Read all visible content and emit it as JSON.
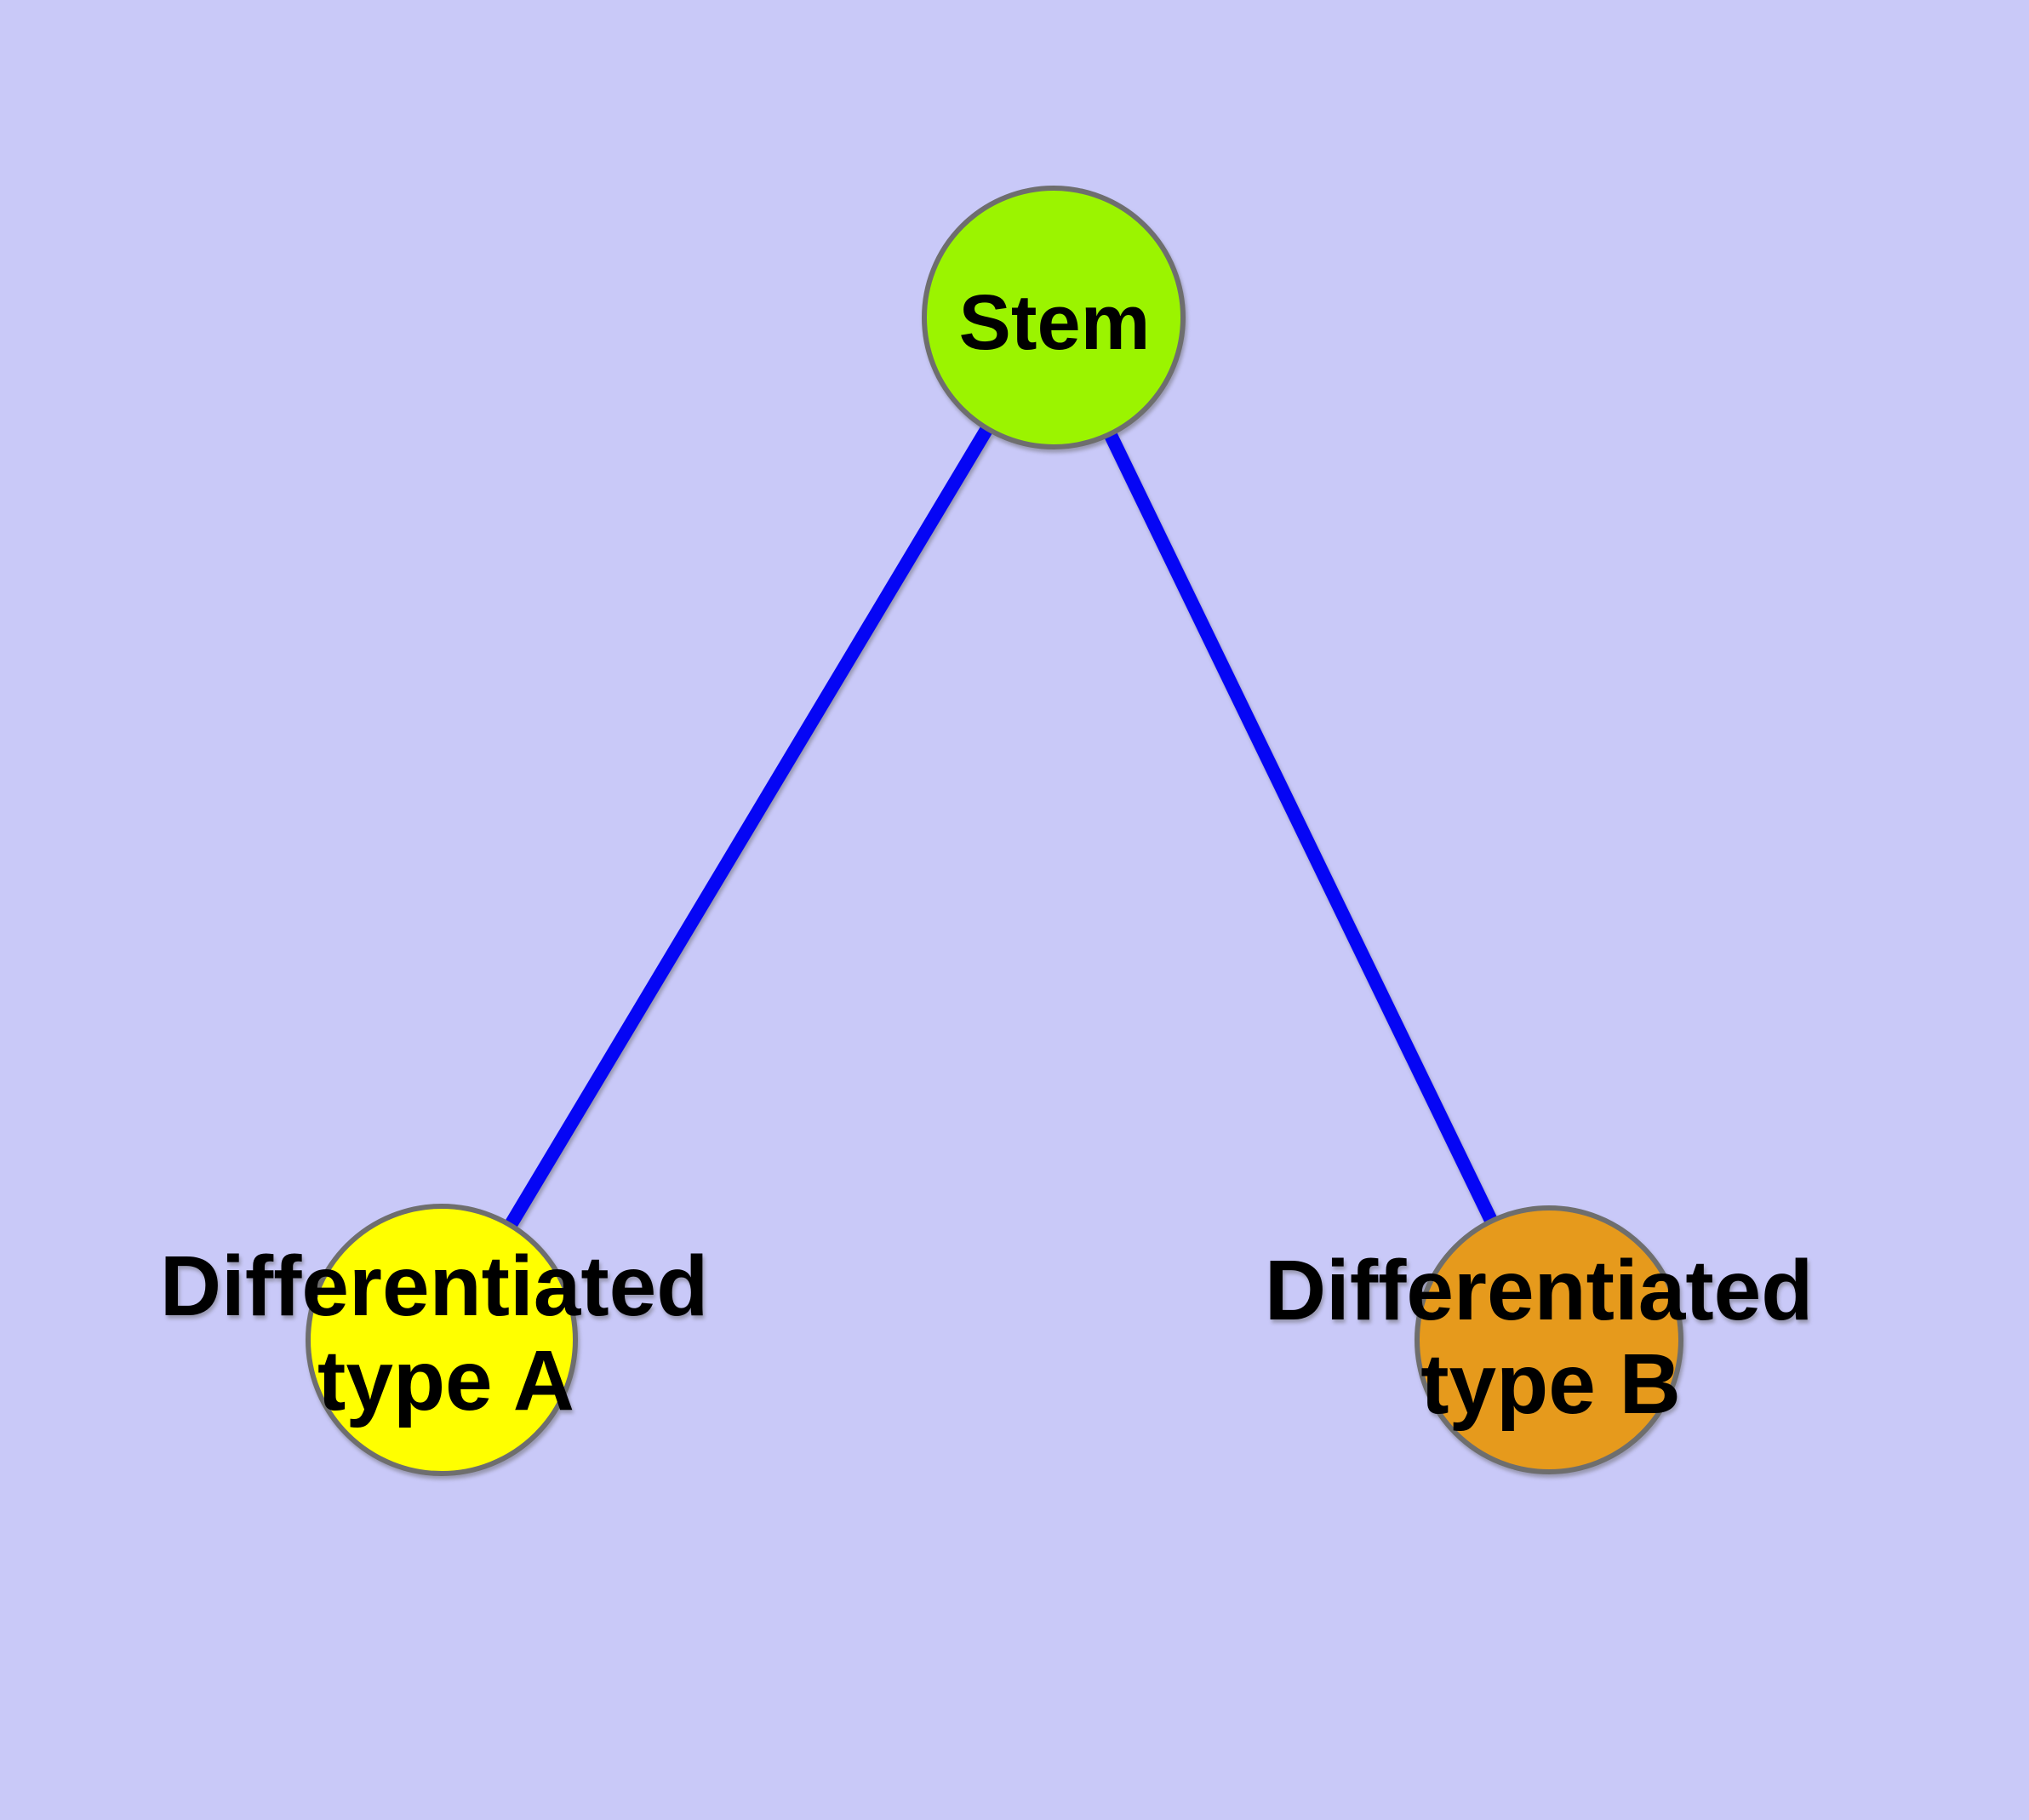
{
  "colors": {
    "background": "#C9C9F8",
    "edge": "#0505F5",
    "node_border": "#6E6E6E",
    "label_text": "#000000"
  },
  "nodes": {
    "stem": {
      "label": "Stem",
      "fill": "#9BF400"
    },
    "type_a": {
      "label_line1": "Differentiated",
      "label_line2": "type A",
      "fill": "#FFFF00"
    },
    "type_b": {
      "label_line1": "Differentiated",
      "label_line2": "type B",
      "fill": "#E69A1C"
    }
  },
  "edges": [
    {
      "name": "stem-to-type-a"
    },
    {
      "name": "stem-to-type-b"
    }
  ]
}
